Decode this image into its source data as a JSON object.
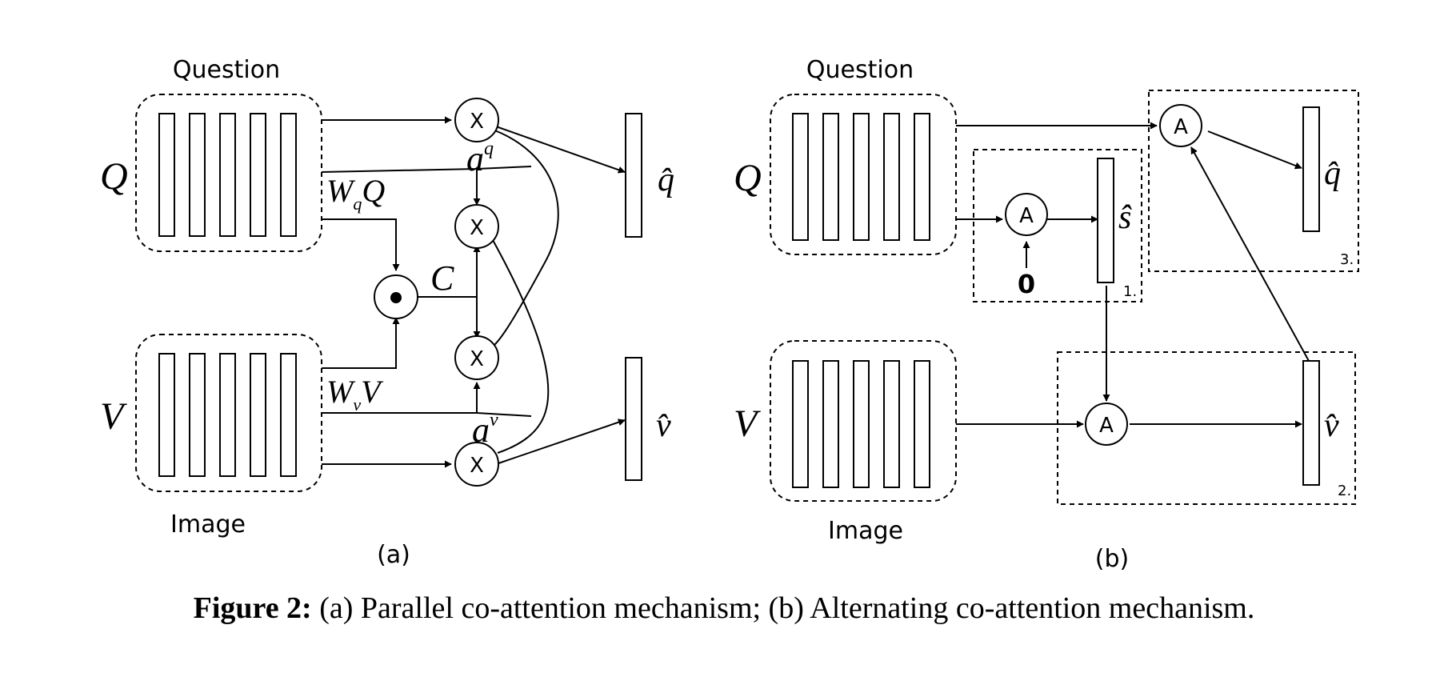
{
  "panel_a": {
    "question_label": "Question",
    "image_label": "Image",
    "q_symbol": "Q",
    "v_symbol": "V",
    "wq_label": {
      "w": "W",
      "sub": "q",
      "rest": "Q"
    },
    "wv_label": {
      "w": "W",
      "sub": "v",
      "rest": "V"
    },
    "c_label": "C",
    "aq_label": {
      "base": "a",
      "sup": "q"
    },
    "av_label": {
      "base": "a",
      "sup": "v"
    },
    "mult_symbol": "X",
    "qhat": "q̂",
    "vhat": "v̂",
    "panel_label": "(a)"
  },
  "panel_b": {
    "question_label": "Question",
    "image_label": "Image",
    "q_symbol": "Q",
    "v_symbol": "V",
    "attention_symbol": "A",
    "shat": "ŝ",
    "qhat": "q̂",
    "vhat": "v̂",
    "zero": "0",
    "step1": "1.",
    "step2": "2.",
    "step3": "3.",
    "panel_label": "(b)"
  },
  "caption": {
    "bold": "Figure 2:",
    "text": " (a) Parallel co-attention mechanism; (b) Alternating co-attention mechanism."
  }
}
